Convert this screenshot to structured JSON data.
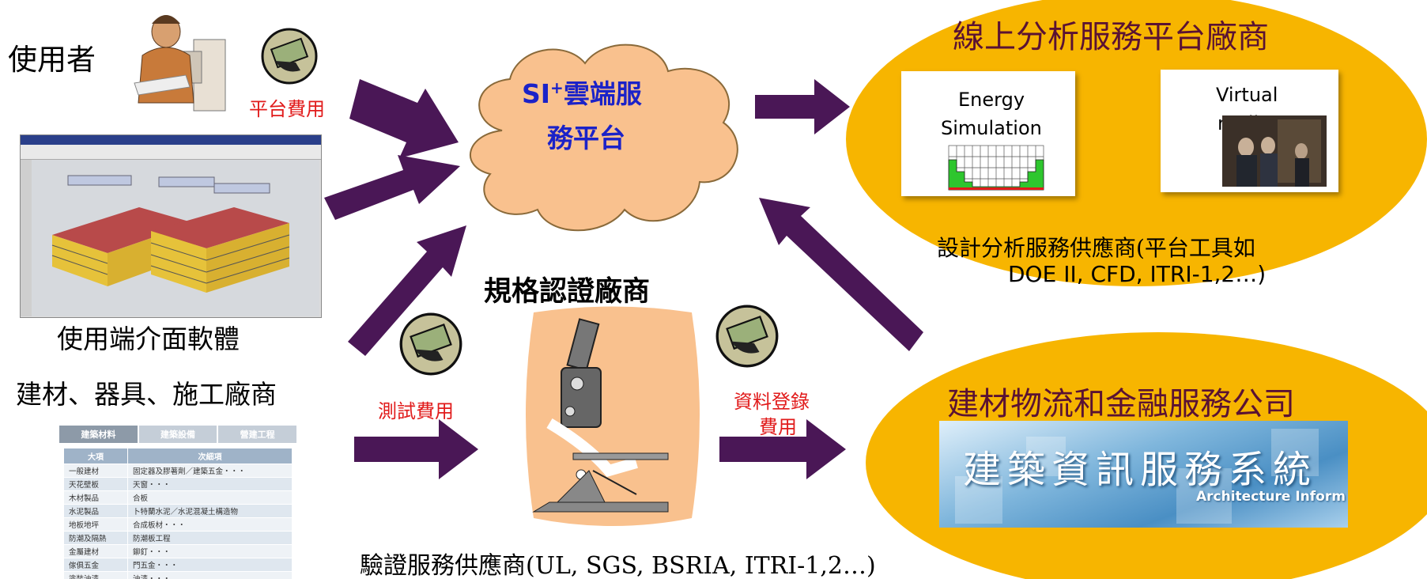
{
  "labels": {
    "user": "使用者",
    "platform_fee": "平台費用",
    "client_software": "使用端介面軟體",
    "vendors": "建材、器具、施工廠商",
    "test_fee": "測試費用",
    "cloud_line1": "SI",
    "cloud_sup": "+",
    "cloud_line1b": "雲端服",
    "cloud_line2": "務平台",
    "spec_cert": "規格認證廠商",
    "data_fee_1": "資料登錄",
    "data_fee_2": "費用",
    "verification": "驗證服務供應商(UL, SGS, BSRIA, ITRI-1,2…)",
    "online_vendor": "線上分析服務平台廠商",
    "energy_sim_1": "Energy",
    "energy_sim_2": "Simulation",
    "virtual_1": "Virtual",
    "virtual_2": "reality",
    "design_provider_1": "設計分析服務供應商(平台工具如",
    "design_provider_2": "DOE II, CFD, ITRI-1,2…)",
    "logistics": "建材物流和金融服務公司",
    "arch_system": "建築資訊服務系統",
    "arch_inform": "Architecture Inform"
  },
  "tabs": [
    "建築材料",
    "建築設備",
    "營建工程"
  ],
  "table": {
    "headers": [
      "大項",
      "次細項"
    ],
    "rows": [
      [
        "一般建材",
        "固定器及膠著劑／建築五金・・・"
      ],
      [
        "天花壁板",
        "天窗・・・"
      ],
      [
        "木材製品",
        "合板"
      ],
      [
        "水泥製品",
        "卜特蘭水泥／水泥混凝土構造物"
      ],
      [
        "地板地坪",
        "合成板材・・・"
      ],
      [
        "防潮及隔熱",
        "防潮板工程"
      ],
      [
        "金屬建材",
        "鉚釘・・・"
      ],
      [
        "傢俱五金",
        "門五金・・・"
      ],
      [
        "塗裝油漆",
        "油漆・・・"
      ]
    ]
  },
  "colors": {
    "ellipse": "#f7b500",
    "arrow": "#4a1756",
    "cloud": "#f9c18e",
    "cloud_text": "#1b22c8",
    "fee_text": "#e11b1b",
    "dark_text": "#5a1233"
  },
  "icons": [
    "person-at-computer-icon",
    "money-hand-icon",
    "microscope-icon",
    "building-model-icon"
  ]
}
